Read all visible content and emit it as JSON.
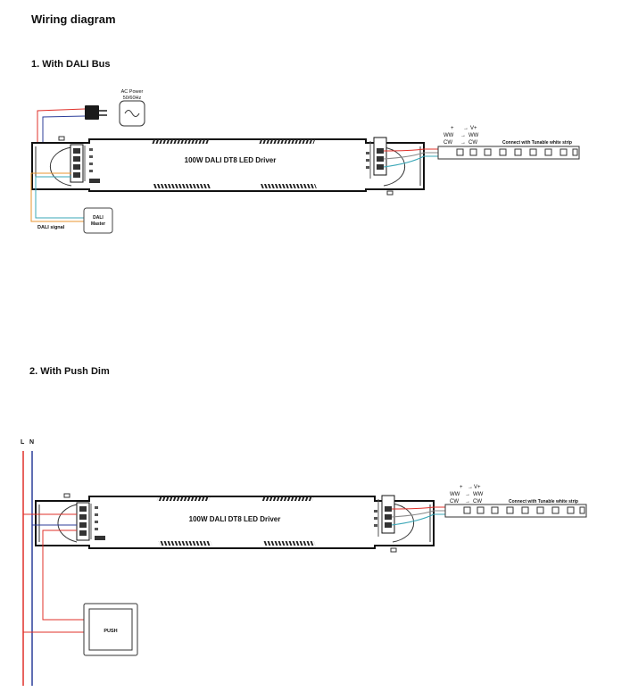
{
  "title": "Wiring diagram",
  "section1": {
    "heading": "1. With DALI Bus",
    "ac_power_line1": "AC Power",
    "ac_power_line2": "50/60Hz",
    "driver_label": "100W DALI DT8 LED Driver",
    "dali_master_line1": "DALI",
    "dali_master_line2": "Master",
    "dali_signal": "DALI signal",
    "out_plus": "+",
    "out_vplus": "V+",
    "out_ww_in": "WW",
    "out_ww_out": "WW",
    "out_cw_in": "CW",
    "out_cw_out": "CW",
    "strip_label": "Connect with Tunable white strip"
  },
  "section2": {
    "heading": "2. With Push Dim",
    "label_l": "L",
    "label_n": "N",
    "driver_label": "100W DALI DT8 LED Driver",
    "push_label": "PUSH",
    "out_plus": "+",
    "out_vplus": "V+",
    "out_ww_in": "WW",
    "out_ww_out": "WW",
    "out_cw_in": "CW",
    "out_cw_out": "CW",
    "strip_label": "Connect with Tunable white strip"
  },
  "colors": {
    "line_red": "#e0302a",
    "neutral_blue": "#2c3e9a",
    "dali_orange": "#e8952f",
    "dali_teal": "#3aa7b7",
    "ww_gray": "#8a8a8a"
  }
}
